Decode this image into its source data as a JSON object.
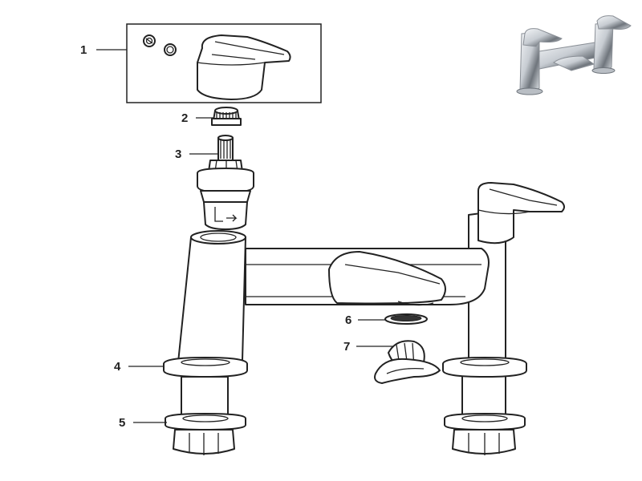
{
  "callouts": [
    {
      "id": "1",
      "label": "1"
    },
    {
      "id": "2",
      "label": "2"
    },
    {
      "id": "3",
      "label": "3"
    },
    {
      "id": "4",
      "label": "4"
    },
    {
      "id": "5",
      "label": "5"
    },
    {
      "id": "6",
      "label": "6"
    },
    {
      "id": "7",
      "label": "7"
    }
  ],
  "colors": {
    "line": "#222222",
    "chrome_light": "#e9ecef",
    "chrome_dark": "#6f757c"
  },
  "icons": {
    "product_thumbnail": "bath-filler-tap-photo"
  }
}
